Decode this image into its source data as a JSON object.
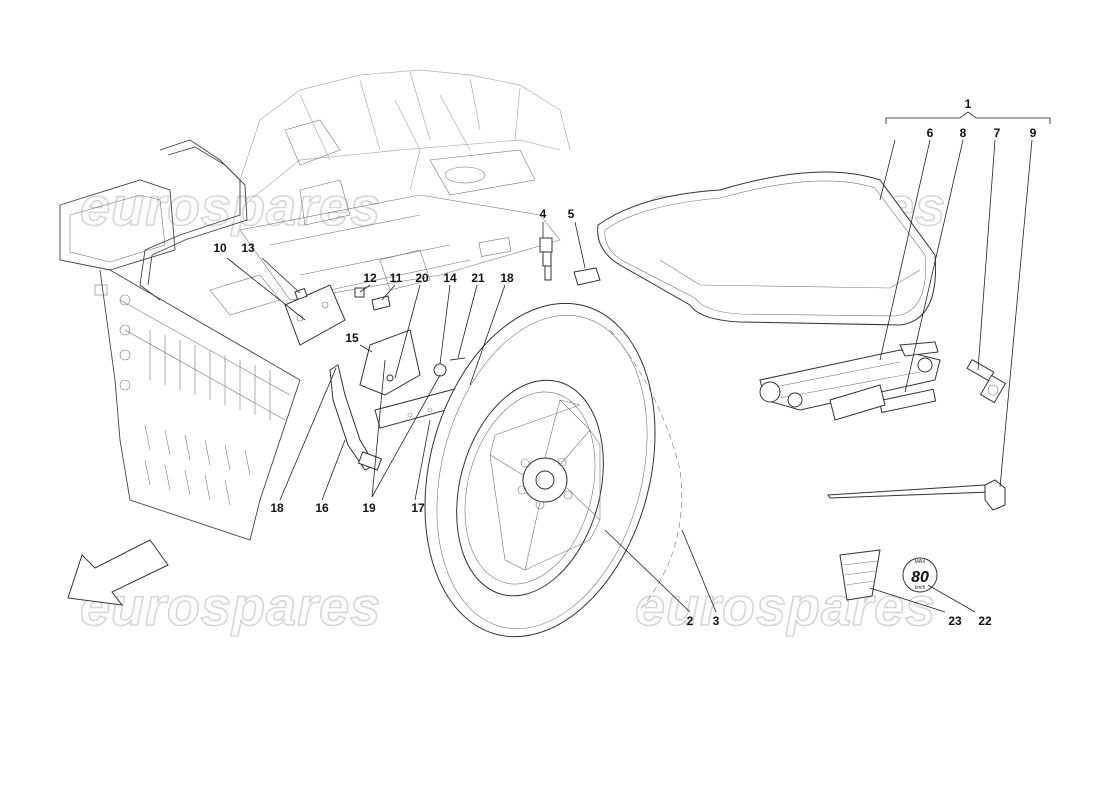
{
  "diagram": {
    "callouts": [
      {
        "id": "1",
        "text": "1"
      },
      {
        "id": "2",
        "text": "2"
      },
      {
        "id": "3",
        "text": "3"
      },
      {
        "id": "4",
        "text": "4"
      },
      {
        "id": "5",
        "text": "5"
      },
      {
        "id": "6",
        "text": "6"
      },
      {
        "id": "7",
        "text": "7"
      },
      {
        "id": "8",
        "text": "8"
      },
      {
        "id": "9",
        "text": "9"
      },
      {
        "id": "10",
        "text": "10"
      },
      {
        "id": "11",
        "text": "11"
      },
      {
        "id": "12",
        "text": "12"
      },
      {
        "id": "13",
        "text": "13"
      },
      {
        "id": "14",
        "text": "14"
      },
      {
        "id": "15",
        "text": "15"
      },
      {
        "id": "16",
        "text": "16"
      },
      {
        "id": "17",
        "text": "17"
      },
      {
        "id": "18a",
        "text": "18"
      },
      {
        "id": "18b",
        "text": "18"
      },
      {
        "id": "19",
        "text": "19"
      },
      {
        "id": "20",
        "text": "20"
      },
      {
        "id": "21",
        "text": "21"
      },
      {
        "id": "22",
        "text": "22"
      },
      {
        "id": "23",
        "text": "23"
      }
    ],
    "watermark": "eurospares",
    "sticker_speed": "80",
    "sticker_max": "MAX",
    "sticker_kmh": "km/h"
  }
}
